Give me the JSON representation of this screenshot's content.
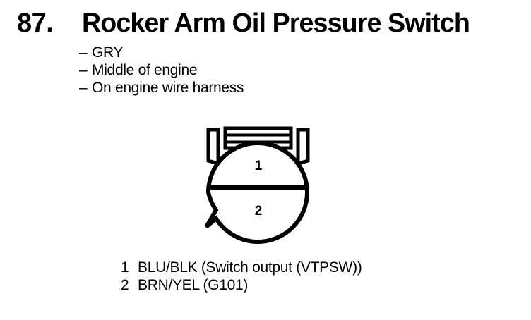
{
  "heading": {
    "number": "87.",
    "title": "Rocker Arm Oil Pressure Switch"
  },
  "details": {
    "dash": "–",
    "items": [
      "GRY",
      "Middle of engine",
      "On engine wire harness"
    ]
  },
  "connector": {
    "pins": [
      {
        "number": "1"
      },
      {
        "number": "2"
      }
    ],
    "outline_color": "#000000",
    "fill_color": "#ffffff"
  },
  "legend": {
    "rows": [
      {
        "pin": "1",
        "label": "BLU/BLK (Switch output (VTPSW))"
      },
      {
        "pin": "2",
        "label": "BRN/YEL (G101)"
      }
    ]
  }
}
